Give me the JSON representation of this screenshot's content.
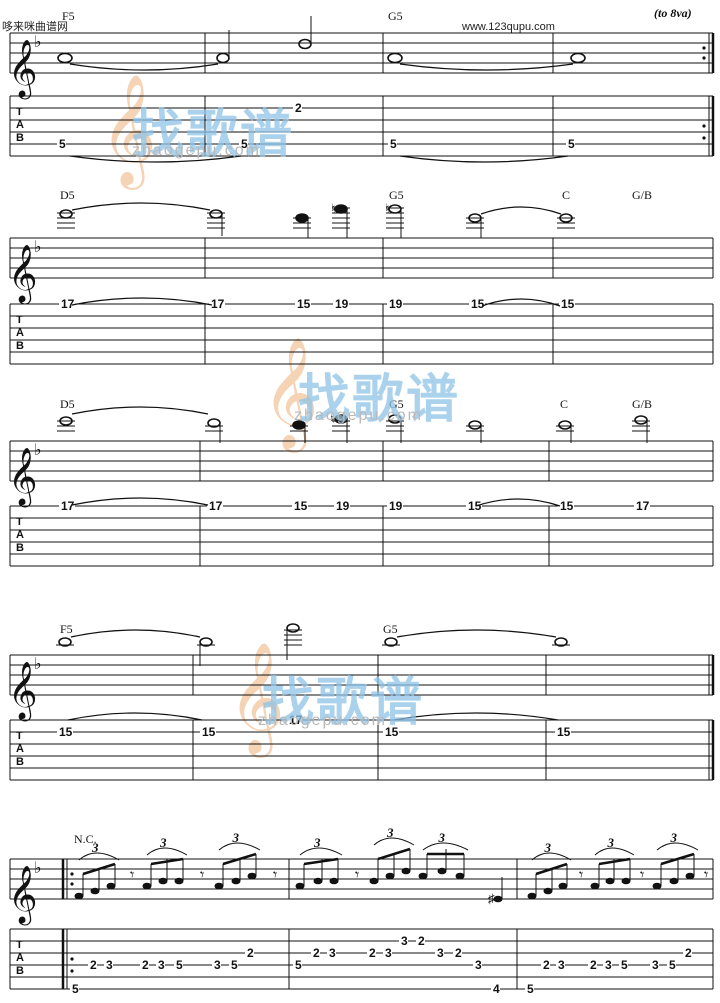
{
  "header": {
    "site_left": "哆来咪曲谱网",
    "site_url": "www.123qupu.com",
    "ottava": "(to 8va)"
  },
  "watermark": {
    "cn_text": "找歌谱",
    "url_text": "zhaogepu.com",
    "colors": {
      "clef": "#f3c9a3",
      "cn": "#8fc4e8",
      "url": "#b9b9b9"
    }
  },
  "systems": [
    {
      "chords": [
        "F5",
        "G5"
      ],
      "tab_numbers": [
        "5",
        "5",
        "2",
        "5",
        "5"
      ]
    },
    {
      "chords": [
        "D5",
        "G5",
        "C",
        "G/B"
      ],
      "tab_numbers": [
        "17",
        "17",
        "15",
        "19",
        "19",
        "15",
        "15"
      ]
    },
    {
      "chords": [
        "D5",
        "G5",
        "C",
        "G/B"
      ],
      "tab_numbers": [
        "17",
        "17",
        "15",
        "19",
        "19",
        "15",
        "15",
        "17"
      ]
    },
    {
      "chords": [
        "F5",
        "G5"
      ],
      "tab_numbers": [
        "15",
        "15",
        "17",
        "15",
        "15"
      ]
    },
    {
      "chords": [
        "N.C."
      ],
      "tab_numbers": [
        "5",
        "2",
        "3",
        "2",
        "3",
        "5",
        "3",
        "5",
        "2",
        "5",
        "2",
        "3",
        "2",
        "3",
        "3",
        "2",
        "3",
        "2",
        "3",
        "4",
        "5",
        "2",
        "3",
        "2",
        "3",
        "5",
        "3",
        "5",
        "2"
      ],
      "triplet_label": "3"
    }
  ],
  "tab_letters": [
    "T",
    "A",
    "B"
  ],
  "key_signature": "♭"
}
